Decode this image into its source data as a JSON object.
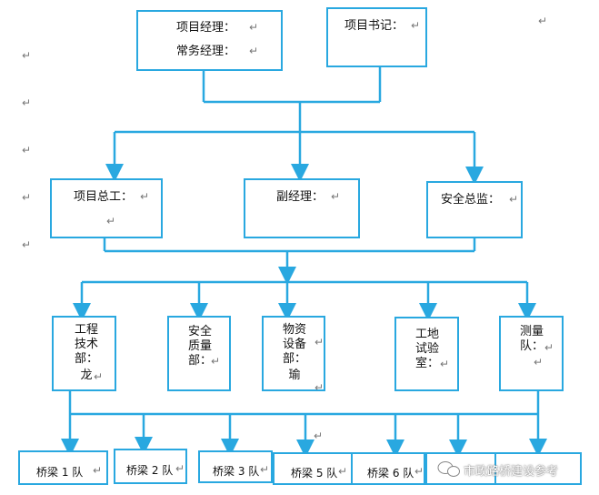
{
  "colors": {
    "line": "#29a8e0",
    "box_border": "#29a8e0",
    "text": "#111111",
    "return_mark": "#777777"
  },
  "return_mark": "↵",
  "top": {
    "manager_lines": [
      "项目经理：",
      "常务经理："
    ],
    "secretary": "项目书记："
  },
  "middle": {
    "chief_engineer": "项目总工：",
    "deputy_manager": "副经理：",
    "safety_director": "安全总监："
  },
  "departments": {
    "engineering": {
      "chars": [
        "工程",
        "技术",
        "部：",
        "龙"
      ]
    },
    "safety_quality": {
      "chars": [
        "安全",
        "质量",
        "部："
      ]
    },
    "materials": {
      "chars": [
        "物资",
        "设备",
        "部：",
        "瑜"
      ]
    },
    "lab": {
      "chars": [
        "工地",
        "试验",
        "室："
      ]
    },
    "survey": {
      "chars": [
        "测量",
        "队："
      ]
    }
  },
  "teams": [
    "桥梁 1 队",
    "桥梁 2 队",
    "桥梁 3 队",
    "桥梁 5 队",
    "桥梁 6 队"
  ],
  "watermark": "市政路桥建设参考"
}
